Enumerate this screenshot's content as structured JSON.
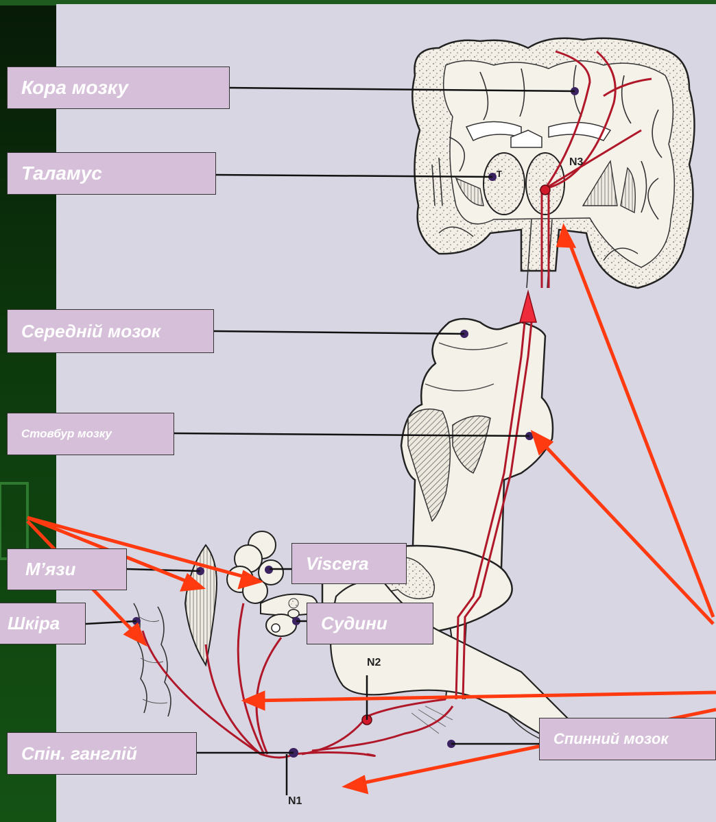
{
  "labels": {
    "cortex": "Кора мозку",
    "thalamus": "Таламус",
    "midbrain": "Середній мозок",
    "brainstem": "Стовбур мозку",
    "muscles": "М’язи",
    "viscera": "Viscera",
    "skin": "Шкіра",
    "vessels": "Судини",
    "spinal_ganglion": "Спін. ганглій",
    "spinal_cord": "Спинний мозок"
  },
  "neuron_markers": {
    "n1": "N1",
    "n2": "N2",
    "n3": "N3",
    "thalamus_letter": "T"
  },
  "colors": {
    "background_dark": "#0f3d0f",
    "panel": "#d8d6e2",
    "label_fill": "#d6bfd8",
    "pathway": "#b0182a",
    "arrow": "#ff3a10",
    "nucleus_dot": "#3b2260"
  }
}
